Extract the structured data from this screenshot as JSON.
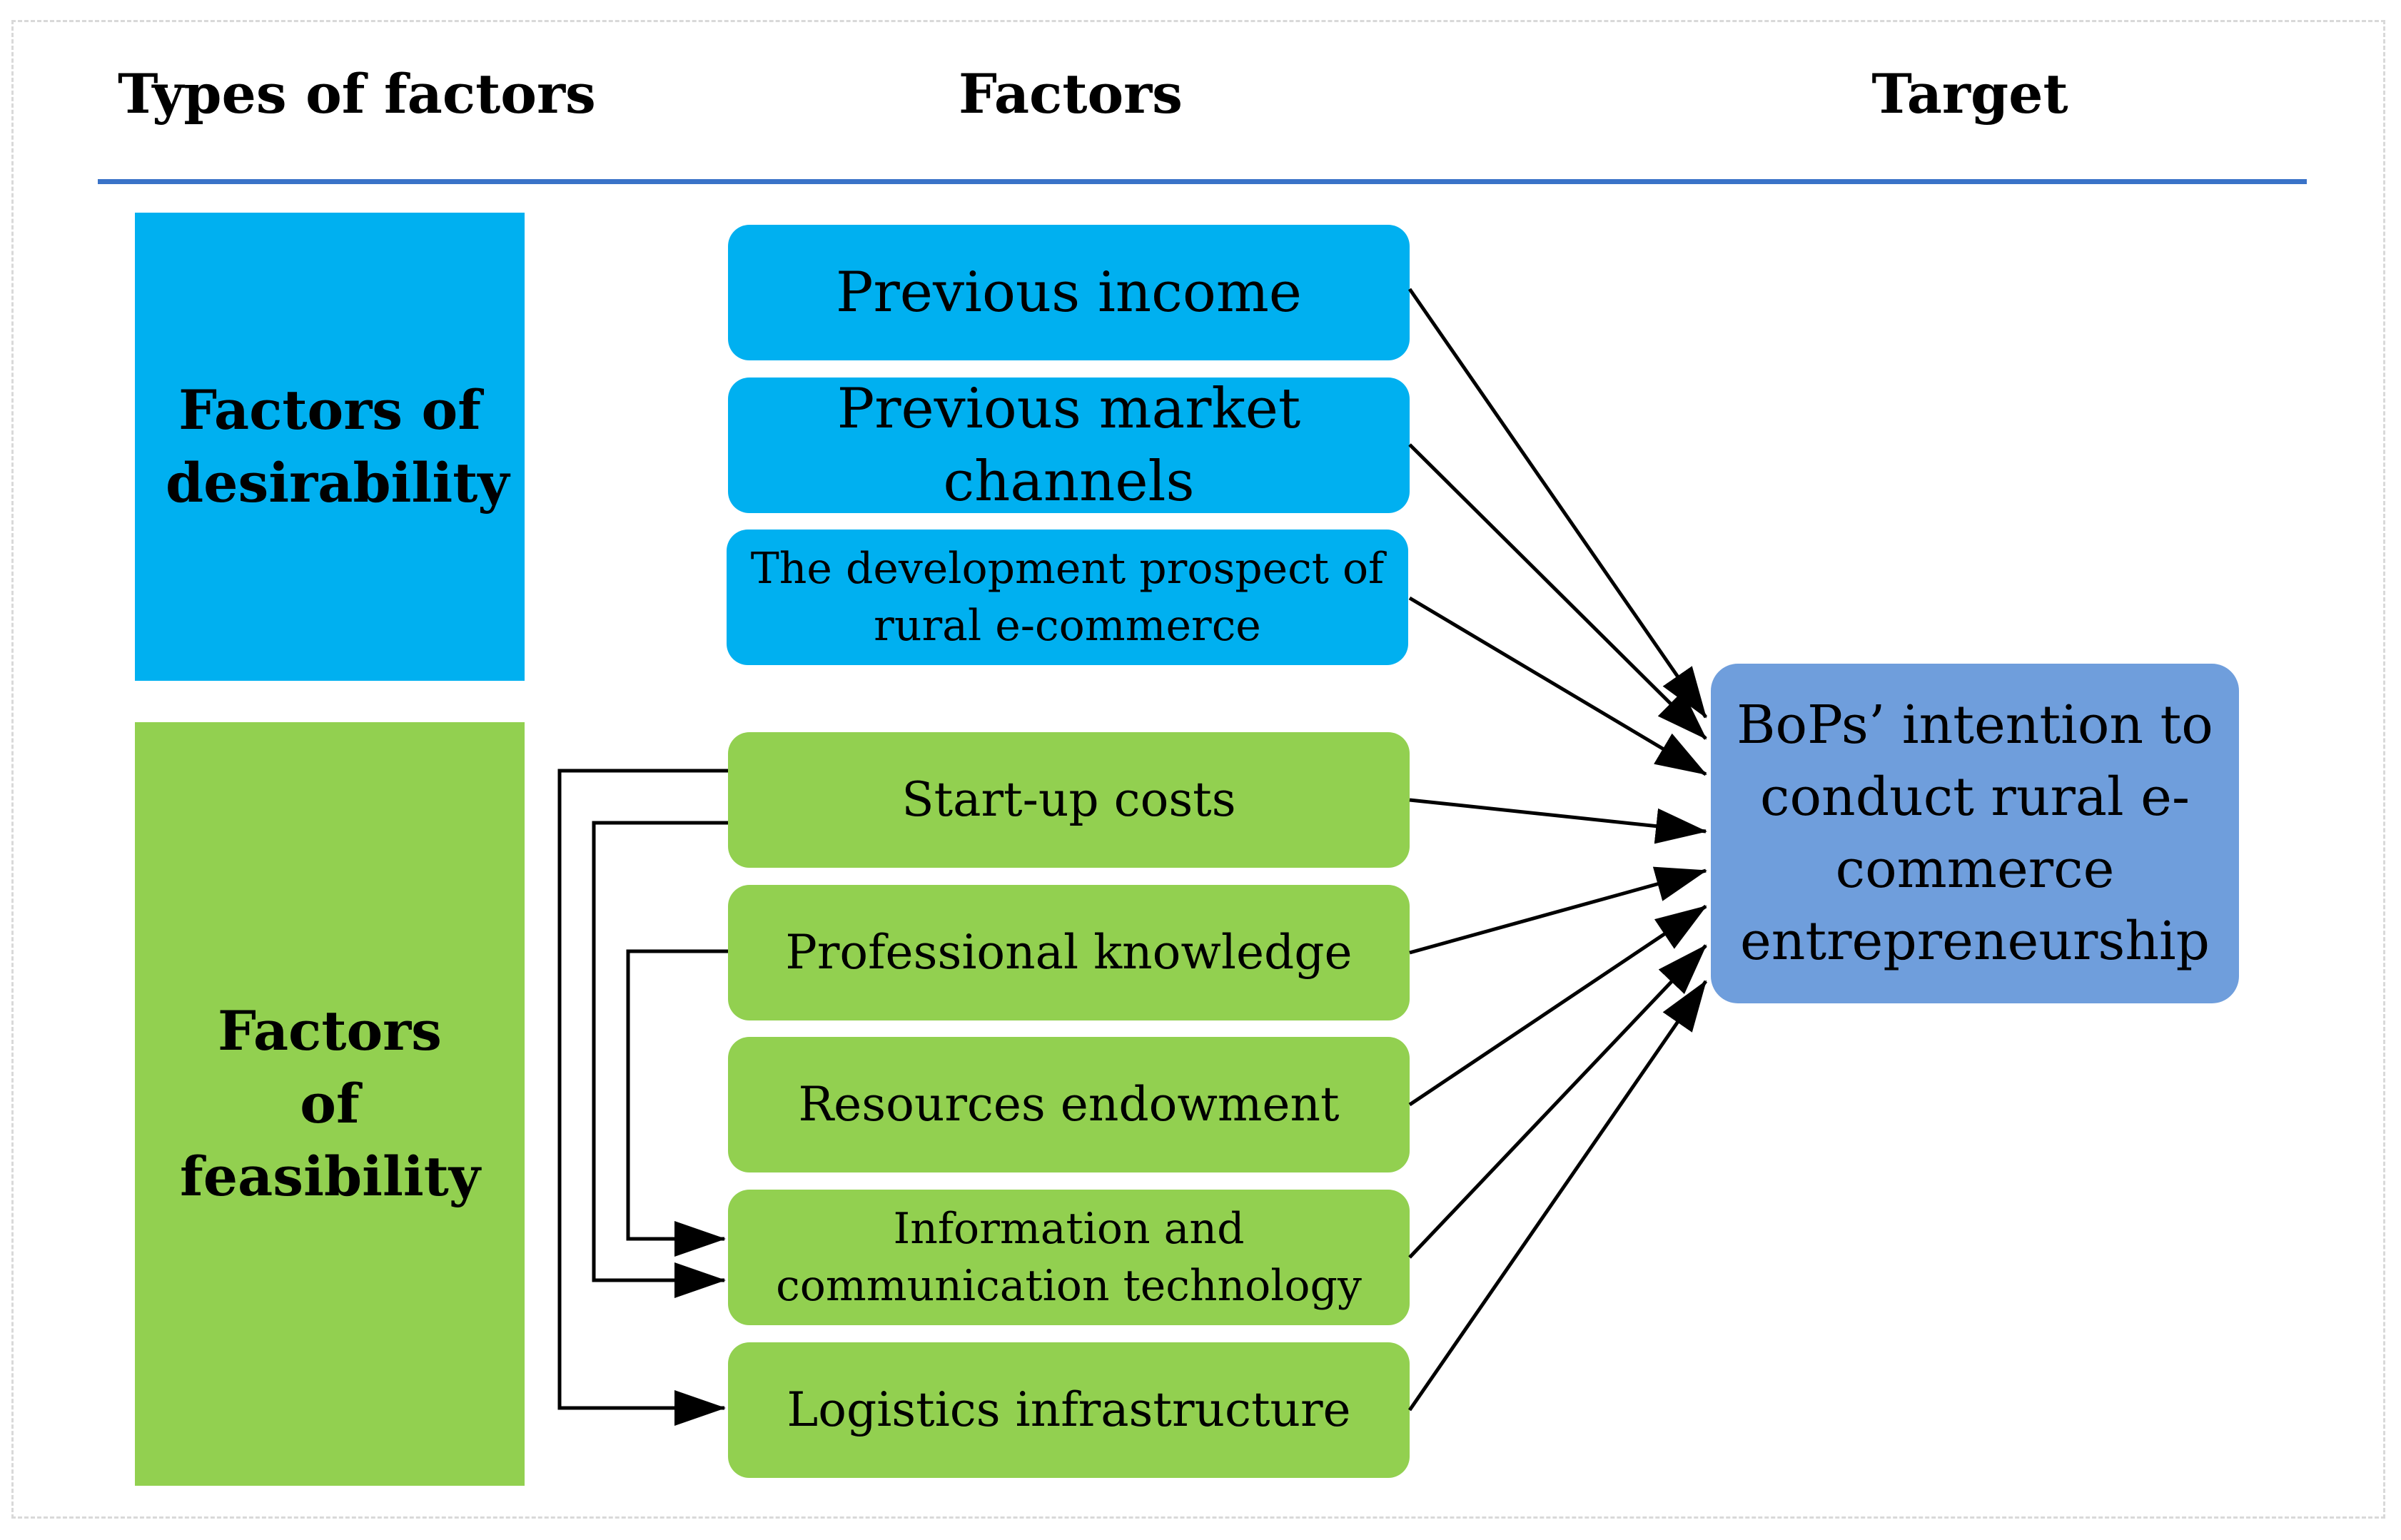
{
  "headers": {
    "types": "Types of factors",
    "factors": "Factors",
    "target": "Target"
  },
  "types": {
    "desirability": "Factors of desirability",
    "feasibility": "Factors of feasibility"
  },
  "factors": {
    "previous_income": "Previous income",
    "previous_market_channels": "Previous market channels",
    "development_prospect": "The development prospect of rural e-commerce",
    "startup_costs": "Start-up costs",
    "professional_knowledge": "Professional knowledge",
    "resources_endowment": "Resources endowment",
    "ict": "Information and communication technology",
    "logistics": "Logistics infrastructure"
  },
  "target": "BoPs’ intention to conduct rural e-commerce entrepreneurship",
  "colors": {
    "desirability": "#00b0f0",
    "feasibility": "#92d050",
    "target": "#6f9edc",
    "rule": "#3a73c8"
  }
}
